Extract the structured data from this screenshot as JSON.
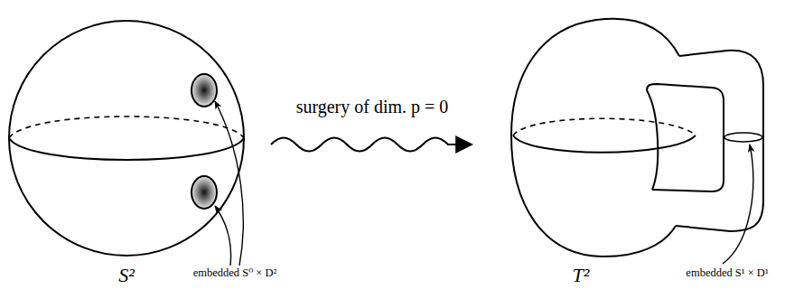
{
  "diagram": {
    "labels": [
      "surgery of dim. p = 0",
      "S²",
      "embedded S⁰ × D²",
      "T²",
      "embedded S¹ × D¹"
    ]
  }
}
